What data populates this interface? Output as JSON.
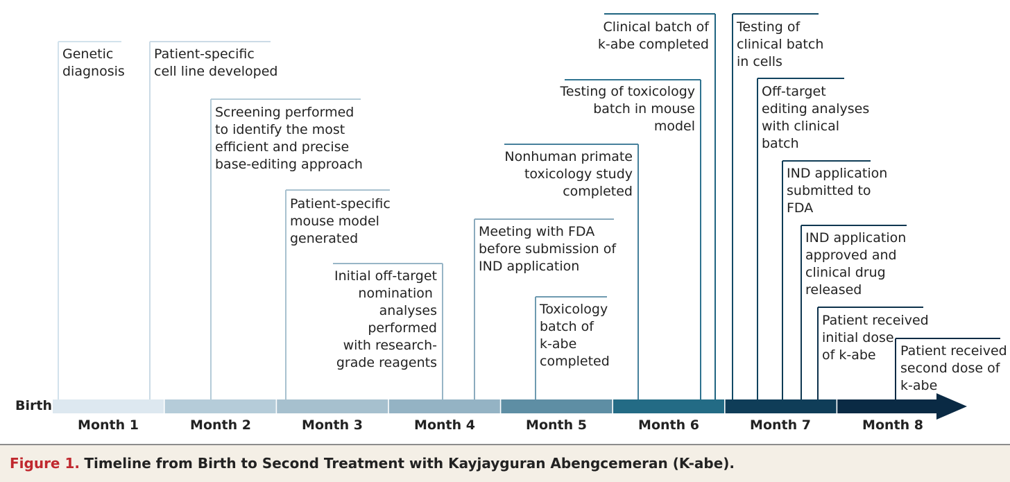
{
  "axis": {
    "start_label": "Birth",
    "months": [
      "Month 1",
      "Month 2",
      "Month 3",
      "Month 4",
      "Month 5",
      "Month 6",
      "Month 7",
      "Month 8"
    ],
    "segment_colors": [
      "#dde8f0",
      "#b5ccd9",
      "#a6c0ce",
      "#94b3c4",
      "#5e8ea4",
      "#236b85",
      "#0f3d58",
      "#0a2a44"
    ]
  },
  "events": [
    {
      "id": "genetic-diagnosis",
      "text": "Genetic\ndiagnosis",
      "color": "#d2e2ec"
    },
    {
      "id": "cell-line",
      "text": "Patient-specific\ncell line developed",
      "color": "#cbdbe6"
    },
    {
      "id": "screening",
      "text": "Screening performed\nto identify the most\nefficient and precise\nbase-editing approach",
      "color": "#b4cbd8"
    },
    {
      "id": "mouse-model",
      "text": "Patient-specific\nmouse model\ngenerated",
      "color": "#a8c1cf"
    },
    {
      "id": "off-target-nomination",
      "text": "Initial off-target\nnomination \nanalyses\nperformed\nwith research-\ngrade reagents",
      "color": "#97b5c6"
    },
    {
      "id": "fda-meeting",
      "text": "Meeting with FDA\nbefore submission of\nIND application",
      "color": "#8aaabd"
    },
    {
      "id": "toxicology-batch",
      "text": "Toxicology\nbatch of\nk-abe\ncompleted",
      "color": "#6e9ab0"
    },
    {
      "id": "primate-study",
      "text": "Nonhuman primate\ntoxicology study\ncompleted",
      "color": "#46809b"
    },
    {
      "id": "mouse-tox-testing",
      "text": "Testing of toxicology\nbatch in mouse\nmodel",
      "color": "#2f7390"
    },
    {
      "id": "clinical-batch",
      "text": "Clinical batch of\nk-abe completed",
      "color": "#1f6480"
    },
    {
      "id": "clinical-batch-testing",
      "text": "Testing of\nclinical batch\nin cells",
      "color": "#124a66"
    },
    {
      "id": "off-target-clinical",
      "text": "Off-target\nediting analyses\nwith clinical\nbatch",
      "color": "#11425e"
    },
    {
      "id": "ind-submitted",
      "text": "IND application\nsubmitted to\nFDA",
      "color": "#0f3c56"
    },
    {
      "id": "ind-approved",
      "text": "IND application\napproved and\nclinical drug\nreleased",
      "color": "#0e3650"
    },
    {
      "id": "initial-dose",
      "text": "Patient received\ninitial dose\nof k-abe",
      "color": "#0c304a"
    },
    {
      "id": "second-dose",
      "text": "Patient received\nsecond dose of\nk-abe",
      "color": "#0a2a44"
    }
  ],
  "caption": {
    "label": "Figure 1.",
    "title": "Timeline from Birth to Second Treatment with Kayjayguran Abengcemeran (K-abe)."
  }
}
